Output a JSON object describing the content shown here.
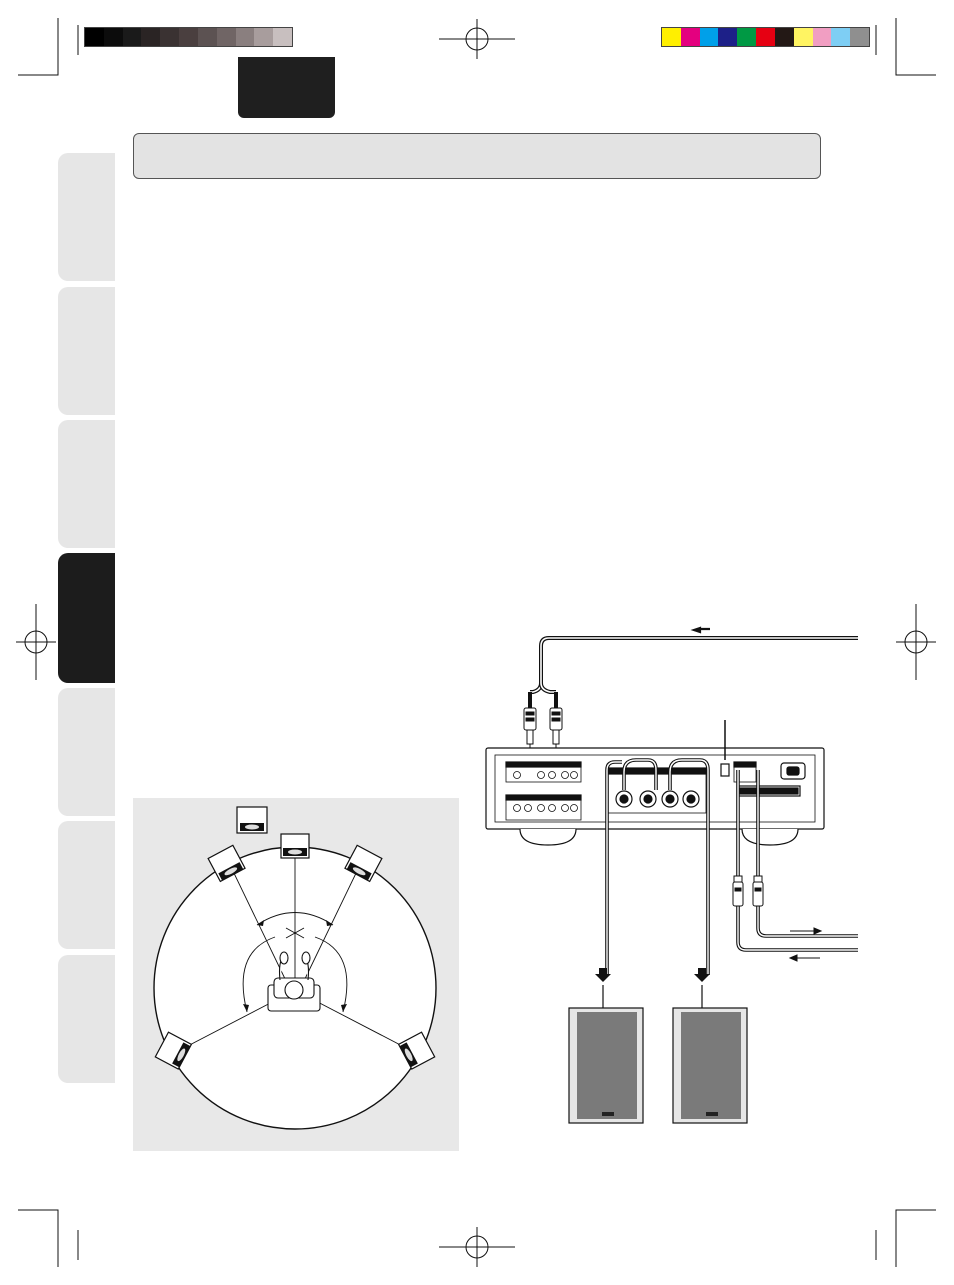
{
  "colors": {
    "grayscale_bar": [
      "#000000",
      "#0c0c0c",
      "#1a1a1a",
      "#2a2424",
      "#3a3232",
      "#4a3f3f",
      "#5c5252",
      "#706565",
      "#8a7f7f",
      "#a89d9d",
      "#c8bfbf",
      "#ffffff"
    ],
    "color_bar": [
      "#ffef00",
      "#e4007f",
      "#00a0e9",
      "#1d2088",
      "#009944",
      "#e60012",
      "#231815",
      "#fff462",
      "#f19ec2",
      "#7ecef4",
      "#8f8f8f"
    ],
    "tab_inactive": "#e6e6e6",
    "tab_active": "#1c1c1c",
    "title_bar": "#e3e3e3",
    "panel": "#e8e8e8"
  },
  "side_tabs": [
    {
      "id": "tab-1",
      "active": false
    },
    {
      "id": "tab-2",
      "active": false
    },
    {
      "id": "tab-3",
      "active": false
    },
    {
      "id": "tab-4",
      "active": true
    },
    {
      "id": "tab-5",
      "active": false
    },
    {
      "id": "tab-6",
      "active": false
    },
    {
      "id": "tab-7",
      "active": false
    }
  ],
  "icons": [
    "registration-mark-icon",
    "crop-mark-icon",
    "speaker-icon",
    "listener-icon",
    "rca-plug-icon",
    "mini-plug-icon",
    "arrow-icon"
  ]
}
